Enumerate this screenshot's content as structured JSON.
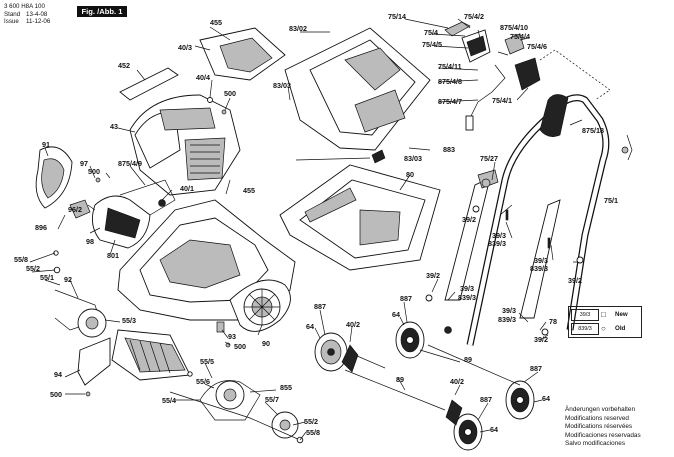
{
  "header": {
    "part_number": "3 600 H8A 100",
    "stand_label": "Stand",
    "stand_value": "13-4-08",
    "issue_label": "Issue",
    "issue_value": "11-12-06",
    "figure_tab": "Fig. /Abb. 1"
  },
  "labels": [
    {
      "id": "l455a",
      "text": "455"
    },
    {
      "id": "l403",
      "text": "40/3"
    },
    {
      "id": "l452",
      "text": "452"
    },
    {
      "id": "l404",
      "text": "40/4"
    },
    {
      "id": "l500a",
      "text": "500"
    },
    {
      "id": "l43",
      "text": "43"
    },
    {
      "id": "l8302",
      "text": "83/02"
    },
    {
      "id": "l8303a",
      "text": "83/03"
    },
    {
      "id": "l8303b",
      "text": "83/03"
    },
    {
      "id": "l883",
      "text": "883"
    },
    {
      "id": "l80",
      "text": "80"
    },
    {
      "id": "l91",
      "text": "91"
    },
    {
      "id": "l97",
      "text": "97"
    },
    {
      "id": "l500b",
      "text": "500"
    },
    {
      "id": "l8754_9",
      "text": "875/4/9"
    },
    {
      "id": "l401",
      "text": "40/1"
    },
    {
      "id": "l455b",
      "text": "455"
    },
    {
      "id": "l962",
      "text": "96/2"
    },
    {
      "id": "l896",
      "text": "896"
    },
    {
      "id": "l98",
      "text": "98"
    },
    {
      "id": "l801",
      "text": "801"
    },
    {
      "id": "l558a",
      "text": "55/8"
    },
    {
      "id": "l552a",
      "text": "55/2"
    },
    {
      "id": "l551",
      "text": "55/1"
    },
    {
      "id": "l92",
      "text": "92"
    },
    {
      "id": "l553",
      "text": "55/3"
    },
    {
      "id": "l93",
      "text": "93"
    },
    {
      "id": "l500c",
      "text": "500"
    },
    {
      "id": "l90",
      "text": "90"
    },
    {
      "id": "l94",
      "text": "94"
    },
    {
      "id": "l500d",
      "text": "500"
    },
    {
      "id": "l555",
      "text": "55/5"
    },
    {
      "id": "l556",
      "text": "55/6"
    },
    {
      "id": "l855",
      "text": "855"
    },
    {
      "id": "l554",
      "text": "55/4"
    },
    {
      "id": "l557",
      "text": "55/7"
    },
    {
      "id": "l552b",
      "text": "55/2"
    },
    {
      "id": "l558b",
      "text": "55/8"
    },
    {
      "id": "l887a",
      "text": "887"
    },
    {
      "id": "l64a",
      "text": "64"
    },
    {
      "id": "l402a",
      "text": "40/2"
    },
    {
      "id": "l887b",
      "text": "887"
    },
    {
      "id": "l64b",
      "text": "64"
    },
    {
      "id": "l89a",
      "text": "89"
    },
    {
      "id": "l89b",
      "text": "89"
    },
    {
      "id": "l402b",
      "text": "40/2"
    },
    {
      "id": "l887c",
      "text": "887"
    },
    {
      "id": "l64c",
      "text": "64"
    },
    {
      "id": "l887d",
      "text": "887"
    },
    {
      "id": "l64d",
      "text": "64"
    },
    {
      "id": "l7514",
      "text": "75/14"
    },
    {
      "id": "l7542",
      "text": "75/4/2"
    },
    {
      "id": "l754",
      "text": "75/4"
    },
    {
      "id": "l7545",
      "text": "75/4/5"
    },
    {
      "id": "l875410",
      "text": "875/4/10"
    },
    {
      "id": "l7544",
      "text": "75/4/4"
    },
    {
      "id": "l7546",
      "text": "75/4/6"
    },
    {
      "id": "l75411",
      "text": "75/4/11"
    },
    {
      "id": "l87548",
      "text": "875/4/8"
    },
    {
      "id": "l87547",
      "text": "875/4/7"
    },
    {
      "id": "l7541",
      "text": "75/4/1"
    },
    {
      "id": "l87518",
      "text": "875/18"
    },
    {
      "id": "l7527",
      "text": "75/27"
    },
    {
      "id": "l751",
      "text": "75/1"
    },
    {
      "id": "l392a",
      "text": "39/2"
    },
    {
      "id": "l393a",
      "text": "39/3"
    },
    {
      "id": "l8393a",
      "text": "839/3"
    },
    {
      "id": "l393b",
      "text": "39/3"
    },
    {
      "id": "l8393b",
      "text": "839/3"
    },
    {
      "id": "l392b",
      "text": "39/2"
    },
    {
      "id": "l392c",
      "text": "39/2"
    },
    {
      "id": "l393c",
      "text": "39/3"
    },
    {
      "id": "l8393c",
      "text": "839/3"
    },
    {
      "id": "l393d",
      "text": "39/3"
    },
    {
      "id": "l8393d",
      "text": "839/3"
    },
    {
      "id": "l78",
      "text": "78"
    },
    {
      "id": "l392d",
      "text": "39/2"
    }
  ],
  "legend": {
    "rows": [
      {
        "code": "39/3",
        "symbol": "□",
        "text": "New"
      },
      {
        "code": "839/3",
        "symbol": "○",
        "text": "Old"
      }
    ]
  },
  "notes": [
    "Änderungen vorbehalten",
    "Modifications reserved",
    "Modifications réservées",
    "Modificaciones reservadas",
    "Salvo modificaciones"
  ]
}
